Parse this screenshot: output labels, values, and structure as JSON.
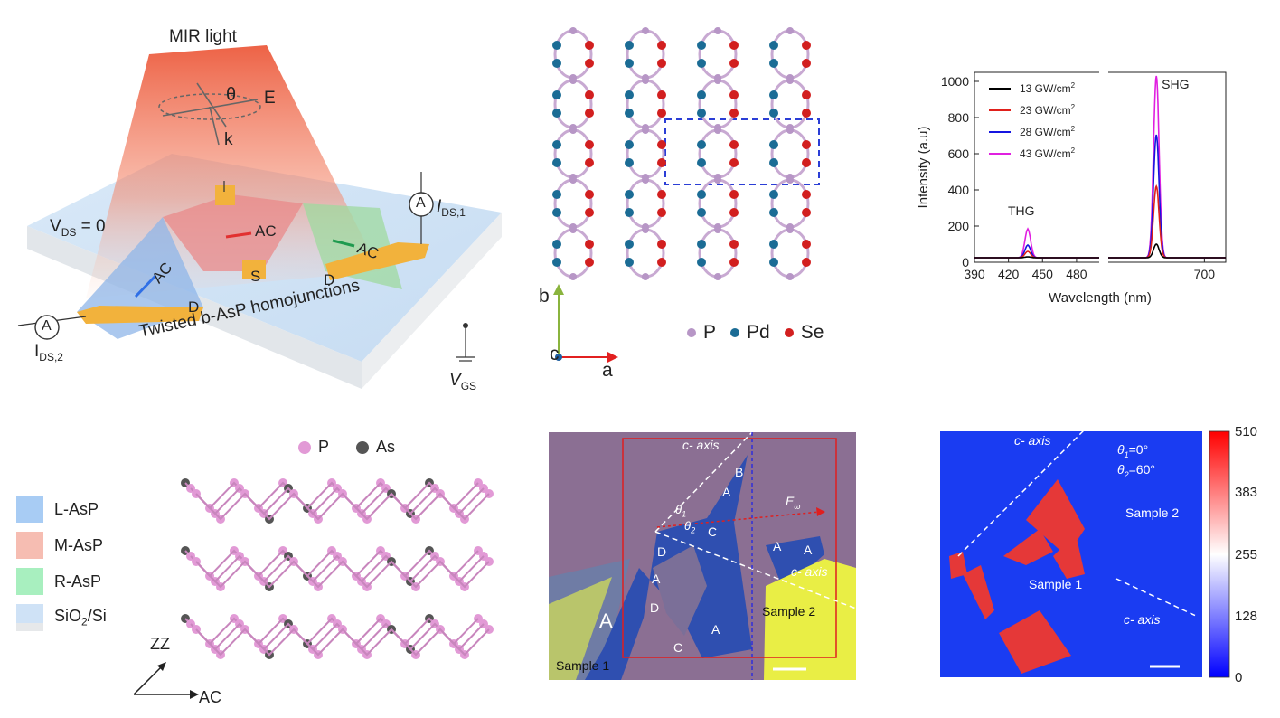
{
  "device": {
    "light_label": "MIR light",
    "theta": "θ",
    "e_label": "E",
    "k_label": "k",
    "vds_label": "V",
    "vds_sub": "DS",
    "vds_value": " = 0",
    "ids1": "I",
    "ids1_sub": "DS,1",
    "ids2": "I",
    "ids2_sub": "DS,2",
    "vgs": "V",
    "vgs_sub": "GS",
    "ammeter": "A",
    "ac": "AC",
    "s": "S",
    "d": "D",
    "caption": "Twisted b-AsP homojunctions"
  },
  "lattice": {
    "axis_b": "b",
    "axis_c": "c",
    "axis_a": "a",
    "legend": [
      {
        "label": "P",
        "color": "#b796c6"
      },
      {
        "label": "Pd",
        "color": "#1b6c95"
      },
      {
        "label": "Se",
        "color": "#d21f1f"
      }
    ]
  },
  "chart_data": {
    "type": "line",
    "xlabel": "Wavelength (nm)",
    "ylabel": "Intensity (a.u)",
    "ylim": [
      0,
      1050
    ],
    "yticks": [
      "0",
      "200",
      "400",
      "600",
      "800",
      "1000"
    ],
    "xticks": [
      "390",
      "420",
      "450",
      "480",
      "700"
    ],
    "annotations": [
      "THG",
      "SHG"
    ],
    "legend_position": "top-left",
    "series": [
      {
        "name": "13 GW/cm",
        "color": "#000000",
        "thg_peak": 30,
        "shg_peak": 100
      },
      {
        "name": "23 GW/cm",
        "color": "#e0201b",
        "thg_peak": 60,
        "shg_peak": 420
      },
      {
        "name": "28 GW/cm",
        "color": "#1515e0",
        "thg_peak": 95,
        "shg_peak": 705
      },
      {
        "name": "43 GW/cm",
        "color": "#e020e0",
        "thg_peak": 185,
        "shg_peak": 1030
      }
    ],
    "legend_unit_sup": "2",
    "thg_center_nm": 437,
    "shg_center_nm": 655,
    "baseline": 25
  },
  "legend_materials": [
    {
      "label": "L-AsP",
      "color": "#a8ccf4"
    },
    {
      "label": "M-AsP",
      "color": "#f6bdb2"
    },
    {
      "label": "R-AsP",
      "color": "#a8efbf"
    },
    {
      "label": "SiO",
      "sub": "2",
      "tail": "/Si",
      "color": "#cfe2f6"
    }
  ],
  "bp_structure": {
    "legend_p": "P",
    "legend_as": "As",
    "axis_zz": "ZZ",
    "axis_ac": "AC"
  },
  "optical": {
    "c_axis_top": "c- axis",
    "c_axis_right": "c- axis",
    "theta1": "θ",
    "theta1_sub": "1",
    "theta2": "θ",
    "theta2_sub": "2",
    "e_omega": "E",
    "e_omega_sub": "ω",
    "letters": [
      "B",
      "A",
      "C",
      "D",
      "A",
      "D",
      "A",
      "C",
      "A",
      "A"
    ],
    "big_a": "A",
    "sample1": "Sample 1",
    "sample2": "Sample 2"
  },
  "shg_map": {
    "c_axis_top": "c- axis",
    "c_axis_bottom": "c- axis",
    "theta1": "θ",
    "theta1_sub": "1",
    "theta1_val": "=0°",
    "theta2": "θ",
    "theta2_sub": "2",
    "theta2_val": "=60°",
    "sample1": "Sample 1",
    "sample2": "Sample 2",
    "colorbar_ticks": [
      "510",
      "383",
      "255",
      "128",
      "0"
    ]
  }
}
